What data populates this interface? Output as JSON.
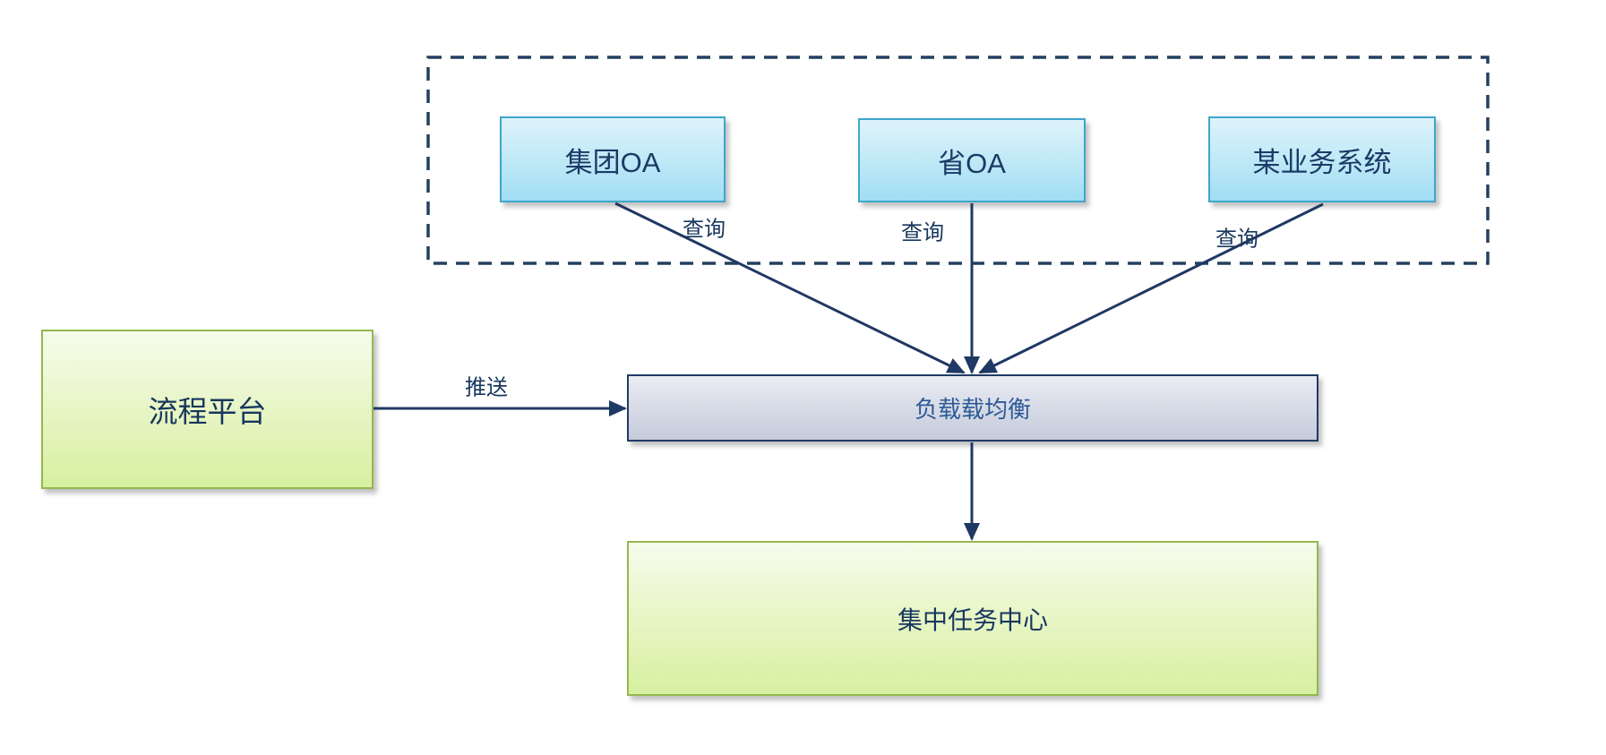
{
  "diagram": {
    "type": "flow-diagram",
    "nodes": {
      "group_oa": {
        "label": "集团OA"
      },
      "province_oa": {
        "label": "省OA"
      },
      "business_system": {
        "label": "某业务系统"
      },
      "process_platform": {
        "label": "流程平台"
      },
      "load_balancer": {
        "label": "负载载均衡"
      },
      "task_center": {
        "label": "集中任务中心"
      }
    },
    "edges": {
      "group_oa_query": {
        "label": "查询",
        "from": "集团OA",
        "to": "负载载均衡"
      },
      "province_oa_query": {
        "label": "查询",
        "from": "省OA",
        "to": "负载载均衡"
      },
      "business_system_query": {
        "label": "查询",
        "from": "某业务系统",
        "to": "负载载均衡"
      },
      "platform_push": {
        "label": "推送",
        "from": "流程平台",
        "to": "负载载均衡"
      },
      "dispatch": {
        "from": "负载载均衡",
        "to": "集中任务中心"
      }
    },
    "colors": {
      "arrow": "#1f3864",
      "dashed_group_border": "#24405f",
      "blue_box_border": "#3ea6c9",
      "blue_box_top": "#def3fb",
      "blue_box_bottom": "#a0ddf3",
      "green_box_border": "#94b84e",
      "green_box_top": "#f7fbec",
      "green_box_bottom": "#d7f0a0",
      "gray_box_border": "#203a64",
      "gray_box_top": "#eaecf3",
      "gray_box_bottom": "#c5cadb",
      "node_text": "#1b3a66",
      "load_balancer_text": "#2d5a96",
      "edge_label_text": "#17375e"
    }
  }
}
